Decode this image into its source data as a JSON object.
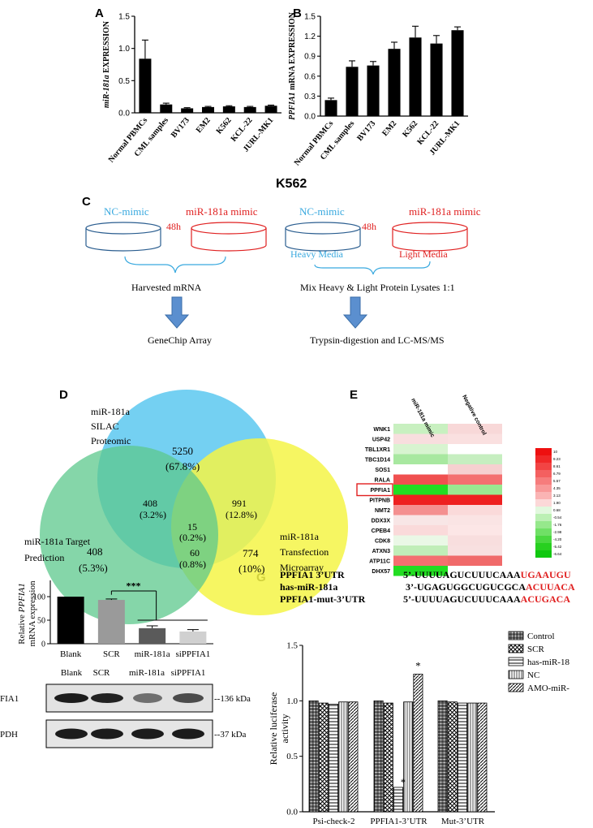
{
  "panels": {
    "A": {
      "label": "A",
      "ylabel_italic": "miR-181a",
      "ylabel_rest": " EXPRESSION",
      "yticks": [
        "0.0",
        "0.5",
        "1.0",
        "1.5"
      ],
      "categories": [
        "Normal PBMCs",
        "CML samples",
        "BV173",
        "EM2",
        "K562",
        "KCL-22",
        "JURL-MK1"
      ]
    },
    "B": {
      "label": "B",
      "ylabel_italic": "PPFIA1",
      "ylabel_rest": " mRNA EXPRESSION",
      "yticks": [
        "0.0",
        "0.3",
        "0.6",
        "0.9",
        "1.2",
        "1.5"
      ],
      "categories": [
        "Normal PBMCs",
        "CML samples",
        "BV173",
        "EM2",
        "K562",
        "KCL-22",
        "JURL-MK1"
      ]
    },
    "C": {
      "label": "C",
      "title": "K562",
      "nc_mimic": "NC-mimic",
      "mir_mimic": "miR-181a mimic",
      "h48": "48h",
      "heavy": "Heavy Media",
      "light": "Light Media",
      "harvest": "Harvested mRNA",
      "mix": "Mix Heavy & Light Protein Lysates 1:1",
      "genechip": "GeneChip Array",
      "trypsin": "Trypsin-digestion and LC-MS/MS"
    },
    "D": {
      "label": "D",
      "silac_1": "miR-181a",
      "silac_2": "SILAC",
      "silac_3": "Proteomic",
      "target_1": "miR-181a Target",
      "target_2": "Prediction",
      "trans_1": "miR-181a",
      "trans_2": "Transfection",
      "trans_3": "Microarray",
      "v5250": "5250",
      "p5250": "(67.8%)",
      "v408a": "408",
      "p408a": "(3.2%)",
      "v991": "991",
      "p991": "(12.8%)",
      "v15": "15",
      "p15": "(0.2%)",
      "v408b": "408",
      "p408b": "(5.3%)",
      "v60": "60",
      "p60": "(0.8%)",
      "v774": "774",
      "p774": "(10%)"
    },
    "E": {
      "label": "E",
      "col1": "miR-181a mimic",
      "col2": "Negative control",
      "genes": [
        "WNK1",
        "USP42",
        "TBL1XR1",
        "TBC1D14",
        "SOS1",
        "RALA",
        "PPFIA1",
        "PITPNB",
        "NMT2",
        "DDX3X",
        "CPEB4",
        "CDK8",
        "ATXN3",
        "ATP11C",
        "DHX57"
      ],
      "col1_colors": [
        "#c8f0c0",
        "#f8dede",
        "#d8f4d0",
        "#a8e8a0",
        "#ffffff",
        "#f05050",
        "#22dd22",
        "#ee2020",
        "#f49090",
        "#f8e6e6",
        "#fadada",
        "#eaf8e6",
        "#c0eeb8",
        "#f47070",
        "#22dd22"
      ],
      "col2_colors": [
        "#f8d8d8",
        "#fae0e0",
        "#ffffff",
        "#c6eec0",
        "#f6d0d0",
        "#f47070",
        "#9ae890",
        "#ee2020",
        "#fadada",
        "#fae4e4",
        "#fce6e6",
        "#f8dede",
        "#f8e0e0",
        "#f06a6a",
        "#ffffff"
      ],
      "scale_labels": [
        "10",
        "9.23",
        "8.61",
        "6.79",
        "5.57",
        "4.35",
        "3.13",
        "1.90",
        "0.68",
        "-0.54",
        "-1.76",
        "-2.98",
        "-4.20",
        "-5.42",
        "-6.64"
      ],
      "scale_colors": [
        "#ee1010",
        "#f02828",
        "#f24444",
        "#f46060",
        "#f67c7c",
        "#f89898",
        "#fab4b4",
        "#fcd8d8",
        "#e2f8de",
        "#bcf0b4",
        "#96e88c",
        "#70e066",
        "#4ad840",
        "#28d020",
        "#10c810"
      ]
    },
    "F": {
      "ylabel_1_pre": "Relative ",
      "ylabel_1_italic": "PPFIA1",
      "ylabel_2": "mRNA expression",
      "yticks": [
        "0",
        "50",
        "100"
      ],
      "categories": [
        "Blank",
        "SCR",
        "miR-181a",
        "siPPFIA1"
      ],
      "sig": "***",
      "wb_header": [
        "Blank",
        "SCR",
        "miR-181a",
        "siPPFIA1"
      ],
      "wb_row1": "FIA1",
      "wb_row2": "PDH",
      "kda1": "--136 kDa",
      "kda2": "--37 kDa"
    },
    "G": {
      "label": "G",
      "seq1_name": "PPFIA1 3’UTR",
      "seq1_a": "5’-UUUUAGUCUUUCAAA",
      "seq1_b": "UGAAUGU",
      "seq2_name": "has-miR-181a",
      "seq2_a": "3’-UGAGUGGCUGUCGCA",
      "seq2_b": "ACUUACA",
      "seq3_name": "PPFIA1-mut-3’UTR",
      "seq3_a": "5’-UUUUAGUCUUUCAAA",
      "seq3_b": "ACUGACA",
      "ylabel_1": "Relative luciferase",
      "ylabel_2": "activity",
      "yticks": [
        "0.0",
        "0.5",
        "1.0",
        "1.5"
      ],
      "groups": [
        "Psi-check-2",
        "PPFIA1-3’UTR",
        "Mut-3’UTR"
      ],
      "legend": [
        "Control",
        "SCR",
        "has-miR-18",
        "NC",
        "AMO-miR-"
      ],
      "star": "*"
    }
  },
  "chart_data": [
    {
      "type": "bar",
      "panel": "A",
      "categories": [
        "Normal PBMCs",
        "CML samples",
        "BV173",
        "EM2",
        "K562",
        "KCL-22",
        "JURL-MK1"
      ],
      "values": [
        0.84,
        0.13,
        0.07,
        0.09,
        0.1,
        0.09,
        0.11
      ],
      "errors": [
        0.29,
        0.02,
        0.01,
        0.01,
        0.01,
        0.01,
        0.01
      ],
      "ylim": [
        0,
        1.5
      ]
    },
    {
      "type": "bar",
      "panel": "B",
      "categories": [
        "Normal PBMCs",
        "CML samples",
        "BV173",
        "EM2",
        "K562",
        "KCL-22",
        "JURL-MK1"
      ],
      "values": [
        0.24,
        0.74,
        0.76,
        1.01,
        1.18,
        1.09,
        1.29
      ],
      "errors": [
        0.03,
        0.09,
        0.06,
        0.1,
        0.17,
        0.12,
        0.05
      ],
      "ylim": [
        0,
        1.5
      ]
    },
    {
      "type": "bar",
      "panel": "F",
      "categories": [
        "Blank",
        "SCR",
        "miR-181a",
        "siPPFIA1"
      ],
      "values": [
        100,
        93,
        33,
        26
      ],
      "errors": [
        0,
        2,
        5,
        4
      ],
      "colors": [
        "#000000",
        "#9a9a9a",
        "#5a5a5a",
        "#d0d0d0"
      ],
      "ylim": [
        0,
        100
      ]
    },
    {
      "type": "bar",
      "panel": "G",
      "categories": [
        "Psi-check-2",
        "PPFIA1-3’UTR",
        "Mut-3’UTR"
      ],
      "series": [
        {
          "name": "Control",
          "values": [
            1.0,
            1.0,
            1.0
          ]
        },
        {
          "name": "SCR",
          "values": [
            0.98,
            0.98,
            0.99
          ]
        },
        {
          "name": "has-miR-18",
          "values": [
            0.97,
            0.22,
            0.98
          ]
        },
        {
          "name": "NC",
          "values": [
            0.99,
            0.99,
            0.98
          ]
        },
        {
          "name": "AMO-miR-",
          "values": [
            0.99,
            1.24,
            0.98
          ]
        }
      ],
      "ylim": [
        0,
        1.5
      ]
    }
  ]
}
